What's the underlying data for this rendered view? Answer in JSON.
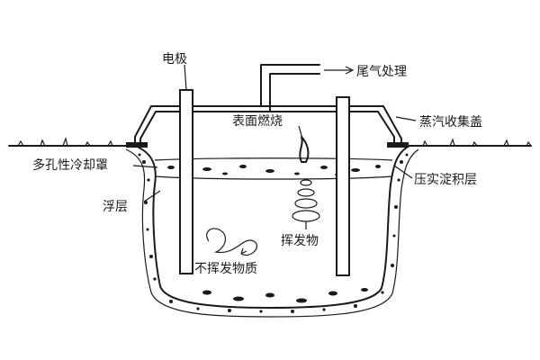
{
  "labels": {
    "electrode": "电极",
    "exhaust": "尾气处理",
    "surface_combustion": "表面燃烧",
    "vapor_cover": "蒸汽收集盖",
    "porous_cooling_cover": "多孔性冷却罩",
    "compacted_sediment": "压实淀积层",
    "float_layer": "浮层",
    "volatiles": "挥发物",
    "nonvolatiles": "不挥发物质"
  }
}
